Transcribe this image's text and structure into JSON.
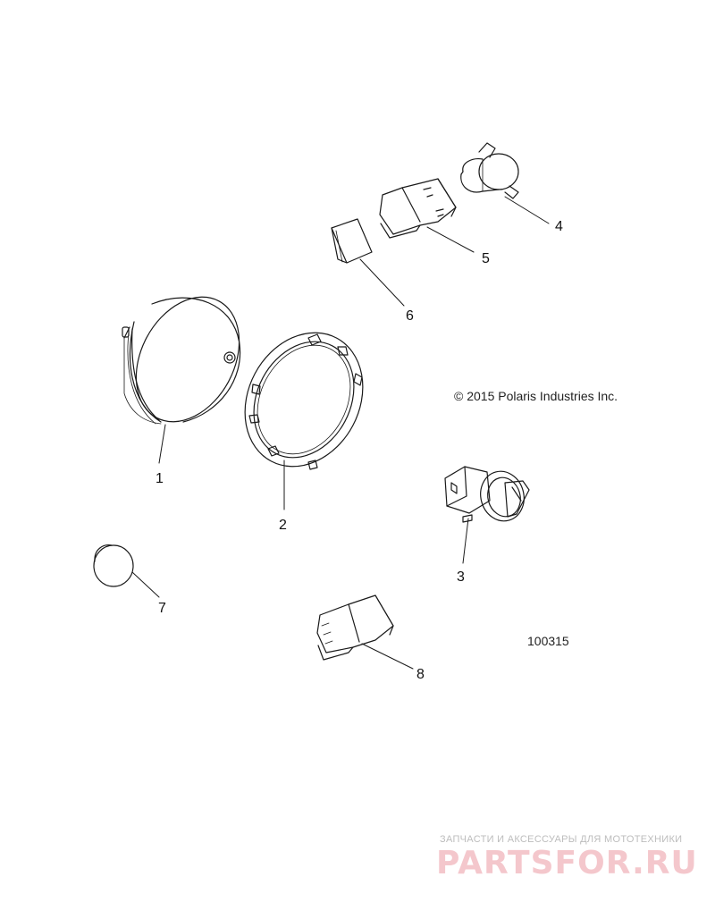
{
  "diagram": {
    "callouts": [
      {
        "id": "1",
        "label": "1"
      },
      {
        "id": "2",
        "label": "2"
      },
      {
        "id": "3",
        "label": "3"
      },
      {
        "id": "4",
        "label": "4"
      },
      {
        "id": "5",
        "label": "5"
      },
      {
        "id": "6",
        "label": "6"
      },
      {
        "id": "7",
        "label": "7"
      },
      {
        "id": "8",
        "label": "8"
      }
    ],
    "copyright": "© 2015 Polaris Industries Inc.",
    "diagram_id": "100315"
  },
  "watermark": {
    "tagline": "ЗАПЧАСТИ И АКСЕССУАРЫ ДЛЯ МОТОТЕХНИКИ",
    "logo": "PARTSFOR.RU"
  },
  "colors": {
    "line": "#1a1a1a",
    "watermark_logo": "#f4c7cc",
    "watermark_text": "#bdbdbd"
  }
}
